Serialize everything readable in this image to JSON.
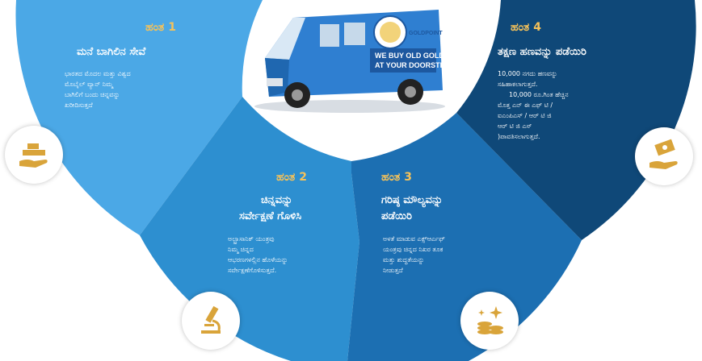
{
  "van": {
    "logo_text": "GOLDPOINT",
    "banner_line1": "WE BUY OLD GOLD",
    "banner_line2": "AT YOUR DOORSTEP"
  },
  "steps": [
    {
      "title": "ಹಂತ 1",
      "heading": [
        "ಮನೆ ಬಾಗಿಲಿನ ಸೇವೆ"
      ],
      "body": [
        "ಭಾರತದ ಮೊದಲ ಮತ್ತು ವಿಶ್ವದ",
        "ಮೊಬೈಲ್ ವ್ಯಾನ್ ನಿಮ್ಮ",
        "ಬಾಗಿಲಿಗೆ ಬಂದು ಚಿನ್ನವನ್ನು",
        "ಖರೀದಿಸುತ್ತದೆ"
      ],
      "icon": "gold-bars-hand-icon"
    },
    {
      "title": "ಹಂತ 2",
      "heading": [
        "ಚಿನ್ನವನ್ನು",
        "ಸರ್ವೇಕ್ಷಣೆ ಗೊಳಿಸಿ"
      ],
      "body": [
        "ಅಲ್ಟ್ರಾಸಾನಿಕ್ ಯಂತ್ರವು",
        "ನಿಮ್ಮ ಚಿನ್ನದ",
        "ಆಭರಣಗಳಲ್ಲಿನ ಹೊಳೆಯನ್ನು",
        "ಸರ್ವೇಕ್ಷಣೆಗೊಳಿಸುತ್ತದೆ."
      ],
      "icon": "microscope-icon"
    },
    {
      "title": "ಹಂತ 3",
      "heading": [
        "ಗರಿಷ್ಠ ಮೌಲ್ಯವನ್ನು",
        "ಪಡೆಯಿರಿ"
      ],
      "body": [
        "ಅಳತೆ ಮಾಡುವ ಎಕ್ಸ್ಆರ್ಎಫ್",
        "ಯಂತ್ರವು ಚಿನ್ನದ ನಿಖರ ತೂಕ",
        "ಮತ್ತು ಶುದ್ಧತೆಯನ್ನು",
        "ನೀಡುತ್ತದೆ"
      ],
      "icon": "coins-sparkle-icon"
    },
    {
      "title": "ಹಂತ 4",
      "heading": [
        "ತಕ್ಷಣ ಹಣವನ್ನು ಪಡೆಯಿರಿ"
      ],
      "body": [
        "10,000 ನಗದು ಹಣವನ್ನು",
        "ಸಹಿಹಾಕಲಾಗುತ್ತದೆ.",
        "10,000 ರೂ.ಗಿಂತ ಹೆಚ್ಚಿನ",
        "ಮೊತ್ತ ಎನ್ ಈ ಎಫ್ ಟಿ /",
        "ಐಎಂಪಿಎಸ್ / ಆರ್ ಟಿ ಜಿ",
        "ಆರ್ ಟಿ ಜಿ ಎಸ್",
        ")ಪಾವತಿಸಲಾಗುತ್ತದೆ."
      ],
      "icon": "cash-hand-icon"
    }
  ],
  "colors": {
    "step1": "#4ba8e6",
    "step2": "#2d8fd0",
    "step3": "#1c6fb2",
    "step4": "#0f4878",
    "accent": "#f5c25a",
    "icon_gold": "#d9a43a"
  }
}
